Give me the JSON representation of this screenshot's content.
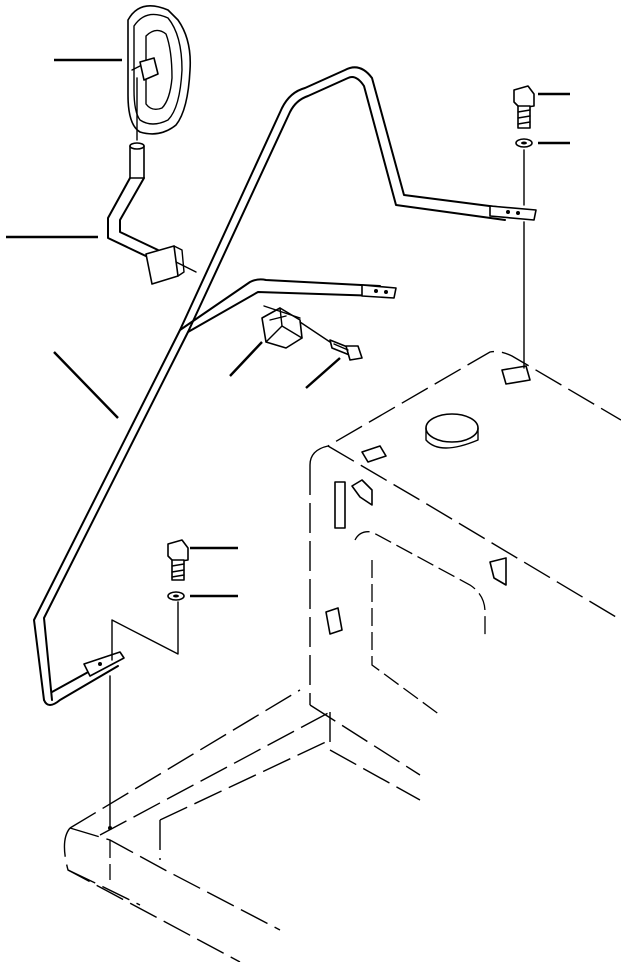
{
  "diagram": {
    "style": "exploded-parts-line-drawing",
    "colors": {
      "line": "#000000",
      "background": "#ffffff"
    },
    "parts": [
      {
        "id": "mirror",
        "icon": "mirror-icon"
      },
      {
        "id": "mirror-stay",
        "icon": "stay-icon"
      },
      {
        "id": "handrail",
        "icon": "handrail-icon"
      },
      {
        "id": "clamp",
        "icon": "clamp-icon"
      },
      {
        "id": "clamp-bolt",
        "icon": "bolt-icon"
      },
      {
        "id": "upper-bolt",
        "icon": "bolt-icon"
      },
      {
        "id": "upper-washer",
        "icon": "washer-icon"
      },
      {
        "id": "lower-bolt",
        "icon": "bolt-icon"
      },
      {
        "id": "lower-washer",
        "icon": "washer-icon"
      },
      {
        "id": "cab",
        "icon": "cab-icon"
      },
      {
        "id": "deck",
        "icon": "deck-icon"
      }
    ]
  }
}
